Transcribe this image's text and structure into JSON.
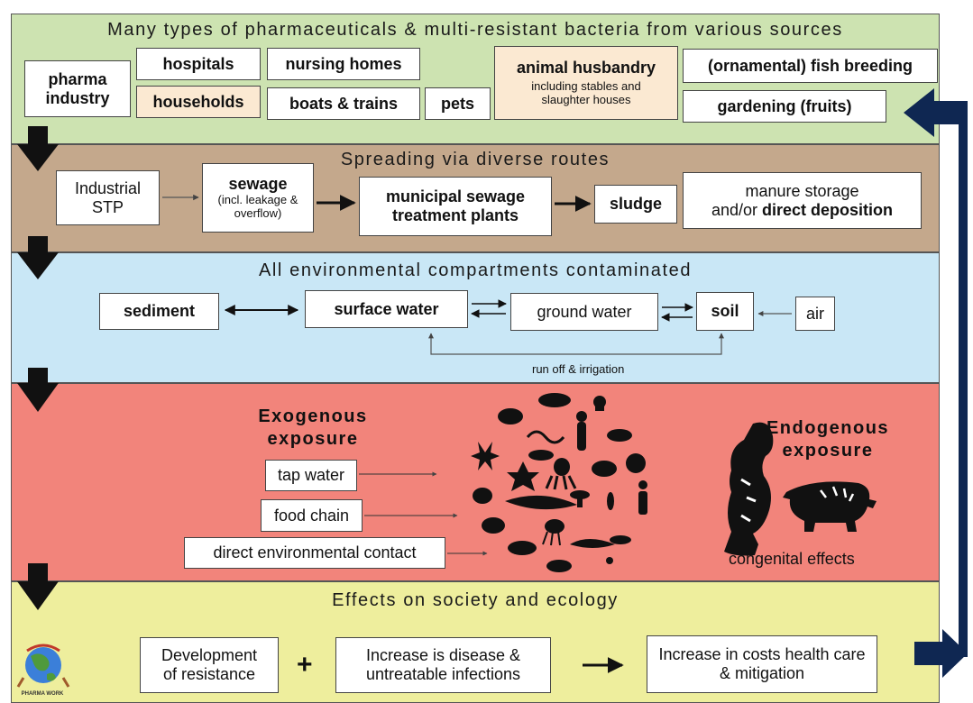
{
  "sources": {
    "title": "Many types of pharmaceuticals & multi-resistant bacteria from various sources",
    "pharma_industry": "pharma industry",
    "hospitals": "hospitals",
    "nursing_homes": "nursing homes",
    "households": "households",
    "boats_trains": "boats & trains",
    "pets": "pets",
    "animal_husbandry": "animal husbandry",
    "animal_husbandry_sub": "including stables and slaughter houses",
    "fish_breeding": "(ornamental) fish breeding",
    "gardening": "gardening (fruits)"
  },
  "spreading": {
    "title": "Spreading via diverse routes",
    "industrial_stp": "Industrial STP",
    "sewage": "sewage",
    "sewage_sub": "(incl. leakage & overflow)",
    "municipal": "municipal sewage treatment plants",
    "sludge": "sludge",
    "manure_1": "manure storage",
    "manure_2": "and/or",
    "manure_3": "direct deposition"
  },
  "compartments": {
    "title": "All environmental compartments contaminated",
    "sediment": "sediment",
    "surface_water": "surface water",
    "ground_water": "ground water",
    "soil": "soil",
    "air": "air",
    "runoff": "run off & irrigation"
  },
  "exposure": {
    "exogenous": "Exogenous exposure",
    "tap_water": "tap water",
    "food_chain": "food chain",
    "direct_contact": "direct environmental contact",
    "endogenous": "Endogenous exposure",
    "congenital": "congenital effects"
  },
  "effects": {
    "title": "Effects on society and ecology",
    "resistance": "Development of resistance",
    "plus": "+",
    "disease": "Increase is disease & untreatable infections",
    "costs": "Increase in costs health care & mitigation",
    "logo_text": "PHARMA WORK"
  },
  "colors": {
    "sources_bg": "#cde3b1",
    "spreading_bg": "#c4a88c",
    "compartments_bg": "#c9e7f6",
    "exposure_bg": "#f2847b",
    "effects_bg": "#eeee9d",
    "peach": "#fbe9d2",
    "navy_arrow": "#0f2752"
  }
}
